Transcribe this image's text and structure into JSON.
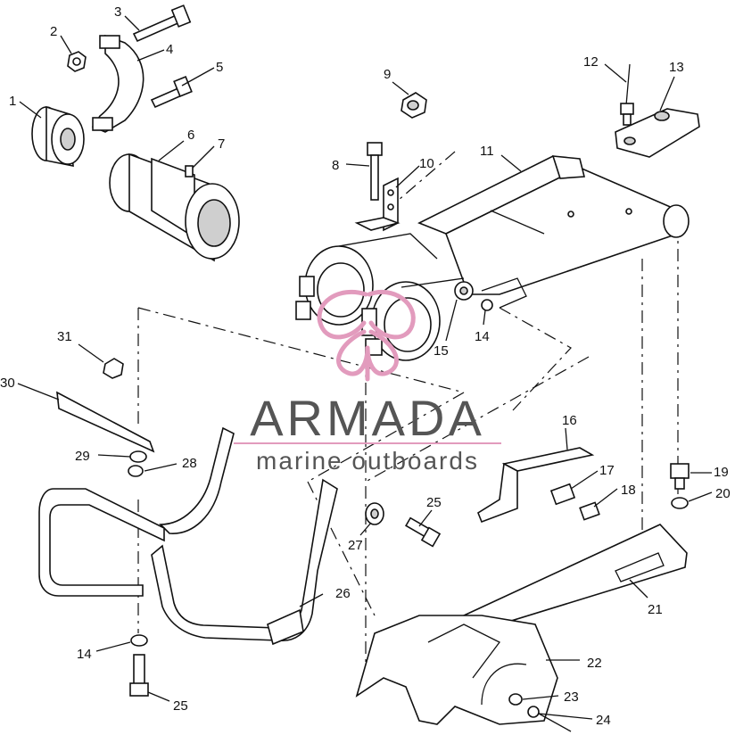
{
  "callouts": [
    {
      "id": "c1",
      "text": "1"
    },
    {
      "id": "c2",
      "text": "2"
    },
    {
      "id": "c3",
      "text": "3"
    },
    {
      "id": "c4",
      "text": "4"
    },
    {
      "id": "c5",
      "text": "5"
    },
    {
      "id": "c6",
      "text": "6"
    },
    {
      "id": "c7",
      "text": "7"
    },
    {
      "id": "c8",
      "text": "8"
    },
    {
      "id": "c9",
      "text": "9"
    },
    {
      "id": "c10",
      "text": "10"
    },
    {
      "id": "c11",
      "text": "11"
    },
    {
      "id": "c12",
      "text": "12"
    },
    {
      "id": "c13",
      "text": "13"
    },
    {
      "id": "c14a",
      "text": "14"
    },
    {
      "id": "c14b",
      "text": "14"
    },
    {
      "id": "c15",
      "text": "15"
    },
    {
      "id": "c16",
      "text": "16"
    },
    {
      "id": "c17",
      "text": "17"
    },
    {
      "id": "c18",
      "text": "18"
    },
    {
      "id": "c19",
      "text": "19"
    },
    {
      "id": "c20",
      "text": "20"
    },
    {
      "id": "c21",
      "text": "21"
    },
    {
      "id": "c22",
      "text": "22"
    },
    {
      "id": "c23",
      "text": "23"
    },
    {
      "id": "c24",
      "text": "24"
    },
    {
      "id": "c25a",
      "text": "25"
    },
    {
      "id": "c25b",
      "text": "25"
    },
    {
      "id": "c26",
      "text": "26"
    },
    {
      "id": "c27",
      "text": "27"
    },
    {
      "id": "c28",
      "text": "28"
    },
    {
      "id": "c29",
      "text": "29"
    },
    {
      "id": "c30",
      "text": "30"
    },
    {
      "id": "c31",
      "text": "31"
    }
  ],
  "watermark": {
    "brand": "ARMADA",
    "tagline": "marine outboards",
    "colors": {
      "logo": "#e29bbd",
      "text": "#555555",
      "rule": "#e29bbd"
    }
  }
}
